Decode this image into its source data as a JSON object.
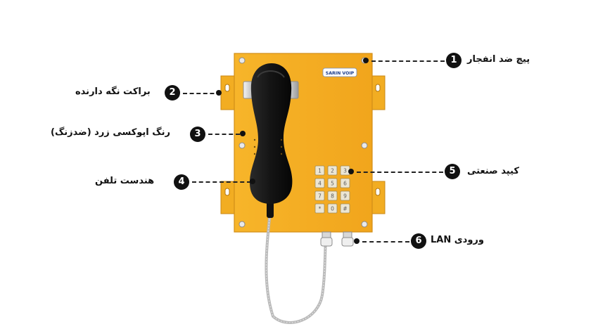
{
  "brand": {
    "label": "SARIN VOIP"
  },
  "keypad": {
    "keys": [
      "1",
      "2",
      "3",
      "4",
      "5",
      "6",
      "7",
      "8",
      "9",
      "*",
      "0",
      "#"
    ]
  },
  "callouts": [
    {
      "number": "1",
      "text": "پیچ ضد انفجار"
    },
    {
      "number": "2",
      "text": "براکت نگه دارنده"
    },
    {
      "number": "3",
      "text": "رنگ اپوکسی زرد (ضدزنگ)"
    },
    {
      "number": "4",
      "text": "هندست تلفن"
    },
    {
      "number": "5",
      "text": "کیپد صنعتی"
    },
    {
      "number": "6",
      "text": "ورودی LAN"
    }
  ],
  "colors": {
    "body": "#f4b123",
    "body_edge": "#d9921a",
    "handset": "#161616",
    "cord": "#b9b9b9"
  }
}
